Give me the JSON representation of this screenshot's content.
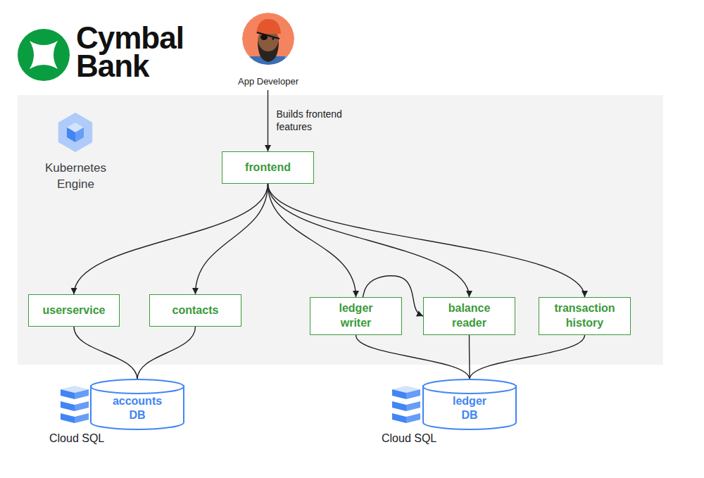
{
  "diagram": {
    "title": "Cymbal Bank",
    "nodes": [
      {
        "text": [
          "App Developer"
        ]
      },
      {
        "text": [
          "Kubernetes Engine"
        ]
      },
      {
        "text": [
          "frontend"
        ],
        "in": 1
      },
      {
        "text": [
          "userservice"
        ],
        "in": 1
      },
      {
        "text": [
          "contacts"
        ],
        "in": 1
      },
      {
        "text": [
          "ledger writer"
        ],
        "in": 1
      },
      {
        "text": [
          "balance reader"
        ],
        "in": 1
      },
      {
        "text": [
          "transaction history"
        ],
        "in": 1
      },
      {
        "text": [
          "accounts DB",
          "Cloud SQL"
        ]
      },
      {
        "text": [
          "ledger DB",
          "Cloud SQL"
        ]
      }
    ],
    "edges": [
      {
        "from": 0,
        "to": 2,
        "arrow": "to",
        "label": "Builds frontend features"
      },
      {
        "from": 2,
        "to": 3,
        "arrow": "to"
      },
      {
        "from": 2,
        "to": 4,
        "arrow": "to"
      },
      {
        "from": 2,
        "to": 5,
        "arrow": "to"
      },
      {
        "from": 2,
        "to": 6,
        "arrow": "to"
      },
      {
        "from": 2,
        "to": 7,
        "arrow": "to"
      },
      {
        "from": 5,
        "to": 6,
        "arrow": "to"
      },
      {
        "from": 3,
        "to": 8,
        "arrow": "none"
      },
      {
        "from": 4,
        "to": 8,
        "arrow": "none"
      },
      {
        "from": 5,
        "to": 9,
        "arrow": "none"
      },
      {
        "from": 6,
        "to": 9,
        "arrow": "none"
      },
      {
        "from": 7,
        "to": 9,
        "arrow": "none"
      }
    ]
  }
}
